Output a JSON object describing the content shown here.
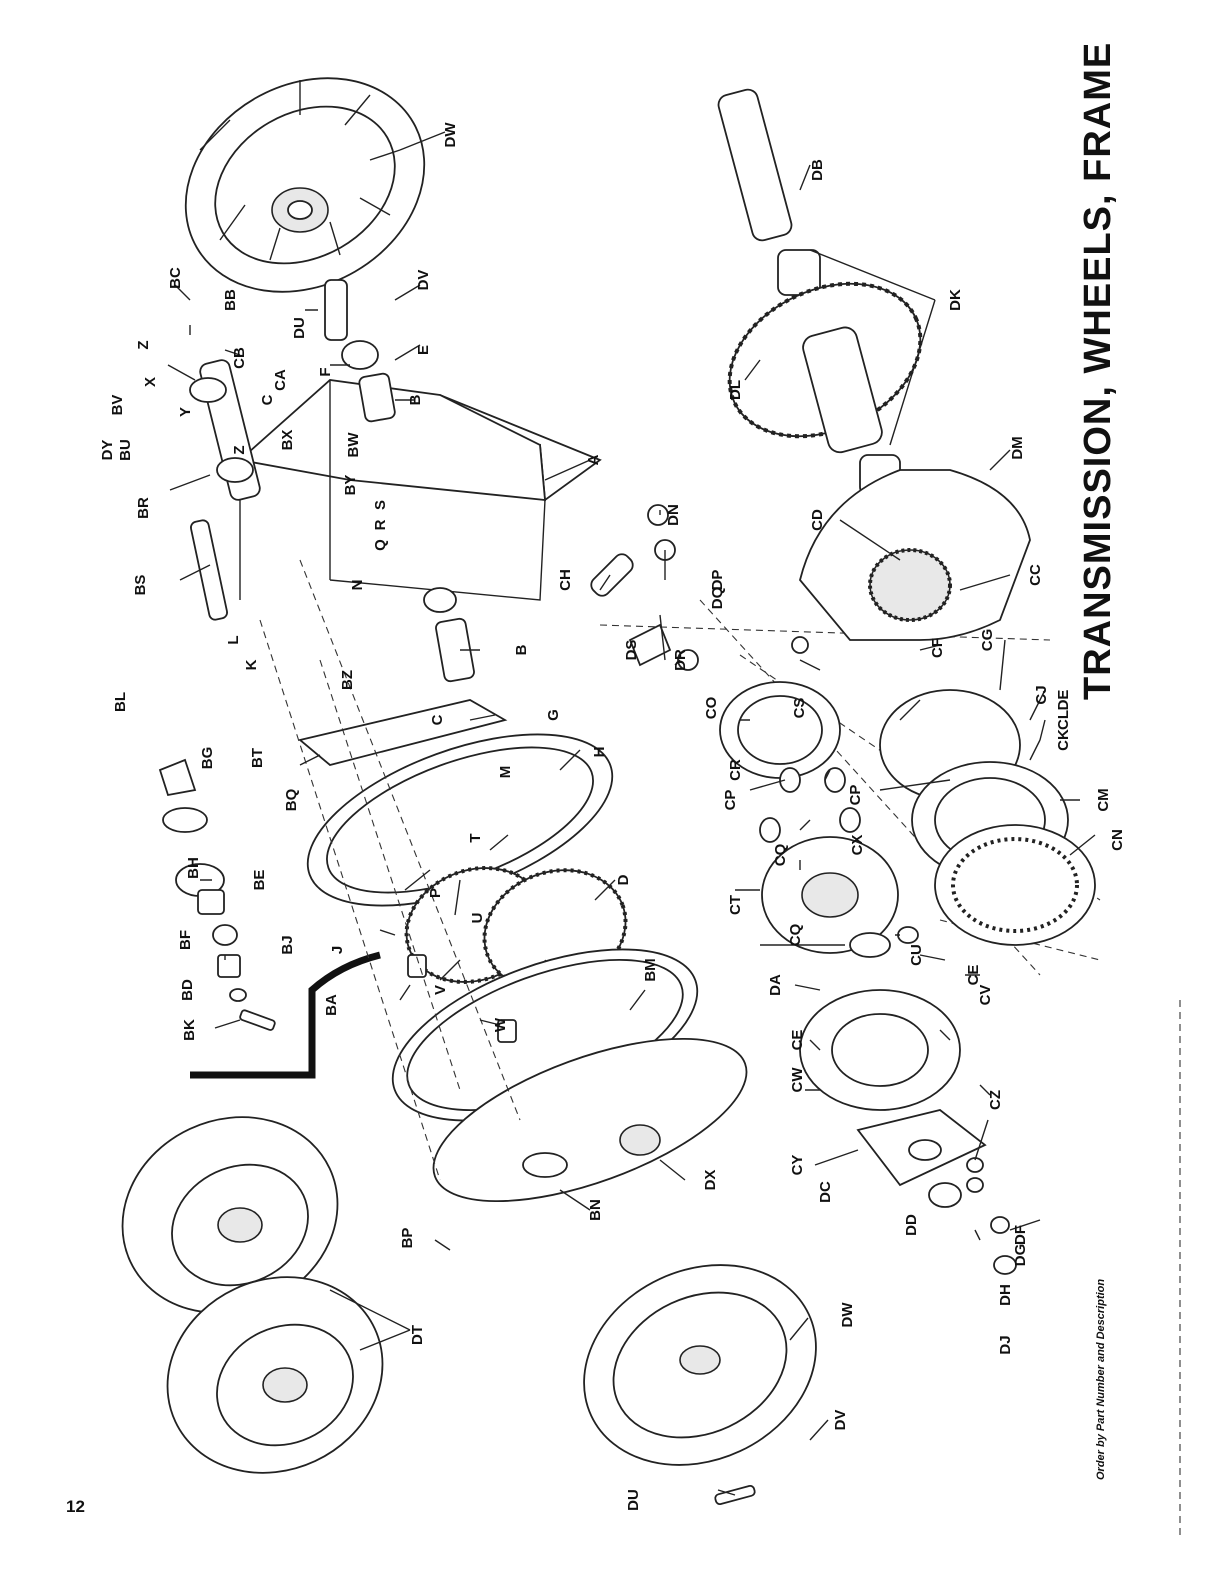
{
  "page": {
    "title": "TRANSMISSION, WHEELS, FRAME",
    "order_note": "Order by Part Number and Description",
    "page_number": "12"
  },
  "callouts": [
    {
      "label": "DW"
    },
    {
      "label": "BC"
    },
    {
      "label": "BB"
    },
    {
      "label": "DV"
    },
    {
      "label": "DU"
    },
    {
      "label": "Z"
    },
    {
      "label": "CB"
    },
    {
      "label": "X"
    },
    {
      "label": "BV"
    },
    {
      "label": "F"
    },
    {
      "label": "E"
    },
    {
      "label": "DY"
    },
    {
      "label": "BU"
    },
    {
      "label": "Y"
    },
    {
      "label": "CA"
    },
    {
      "label": "C"
    },
    {
      "label": "Z"
    },
    {
      "label": "BX"
    },
    {
      "label": "BW"
    },
    {
      "label": "B"
    },
    {
      "label": "BY"
    },
    {
      "label": "BR"
    },
    {
      "label": "A"
    },
    {
      "label": "S"
    },
    {
      "label": "R"
    },
    {
      "label": "Q"
    },
    {
      "label": "BS"
    },
    {
      "label": "N"
    },
    {
      "label": "L"
    },
    {
      "label": "K"
    },
    {
      "label": "B"
    },
    {
      "label": "BZ"
    },
    {
      "label": "C"
    },
    {
      "label": "G"
    },
    {
      "label": "BL"
    },
    {
      "label": "BG"
    },
    {
      "label": "BT"
    },
    {
      "label": "M"
    },
    {
      "label": "H"
    },
    {
      "label": "BQ"
    },
    {
      "label": "T"
    },
    {
      "label": "P"
    },
    {
      "label": "U"
    },
    {
      "label": "BH"
    },
    {
      "label": "BE"
    },
    {
      "label": "D"
    },
    {
      "label": "BF"
    },
    {
      "label": "J"
    },
    {
      "label": "BJ"
    },
    {
      "label": "BD"
    },
    {
      "label": "BA"
    },
    {
      "label": "V"
    },
    {
      "label": "BM"
    },
    {
      "label": "BK"
    },
    {
      "label": "W"
    },
    {
      "label": "DX"
    },
    {
      "label": "BP"
    },
    {
      "label": "BN"
    },
    {
      "label": "DT"
    },
    {
      "label": "DW"
    },
    {
      "label": "DU"
    },
    {
      "label": "DV"
    },
    {
      "label": "DB"
    },
    {
      "label": "DK"
    },
    {
      "label": "DL"
    },
    {
      "label": "DM"
    },
    {
      "label": "DN"
    },
    {
      "label": "CH"
    },
    {
      "label": "DP"
    },
    {
      "label": "DQ"
    },
    {
      "label": "DS"
    },
    {
      "label": "DR"
    },
    {
      "label": "CD"
    },
    {
      "label": "CC"
    },
    {
      "label": "CG"
    },
    {
      "label": "CF"
    },
    {
      "label": "CJ"
    },
    {
      "label": "CS"
    },
    {
      "label": "CO"
    },
    {
      "label": "DE"
    },
    {
      "label": "CR"
    },
    {
      "label": "CL"
    },
    {
      "label": "CK"
    },
    {
      "label": "CP"
    },
    {
      "label": "CP"
    },
    {
      "label": "CX"
    },
    {
      "label": "CM"
    },
    {
      "label": "CQ"
    },
    {
      "label": "CQ"
    },
    {
      "label": "CN"
    },
    {
      "label": "CT"
    },
    {
      "label": "CU"
    },
    {
      "label": "DA"
    },
    {
      "label": "CE"
    },
    {
      "label": "CE"
    },
    {
      "label": "CV"
    },
    {
      "label": "CW"
    },
    {
      "label": "CZ"
    },
    {
      "label": "CY"
    },
    {
      "label": "DC"
    },
    {
      "label": "DF"
    },
    {
      "label": "DD"
    },
    {
      "label": "DG"
    },
    {
      "label": "DH"
    },
    {
      "label": "DJ"
    }
  ]
}
